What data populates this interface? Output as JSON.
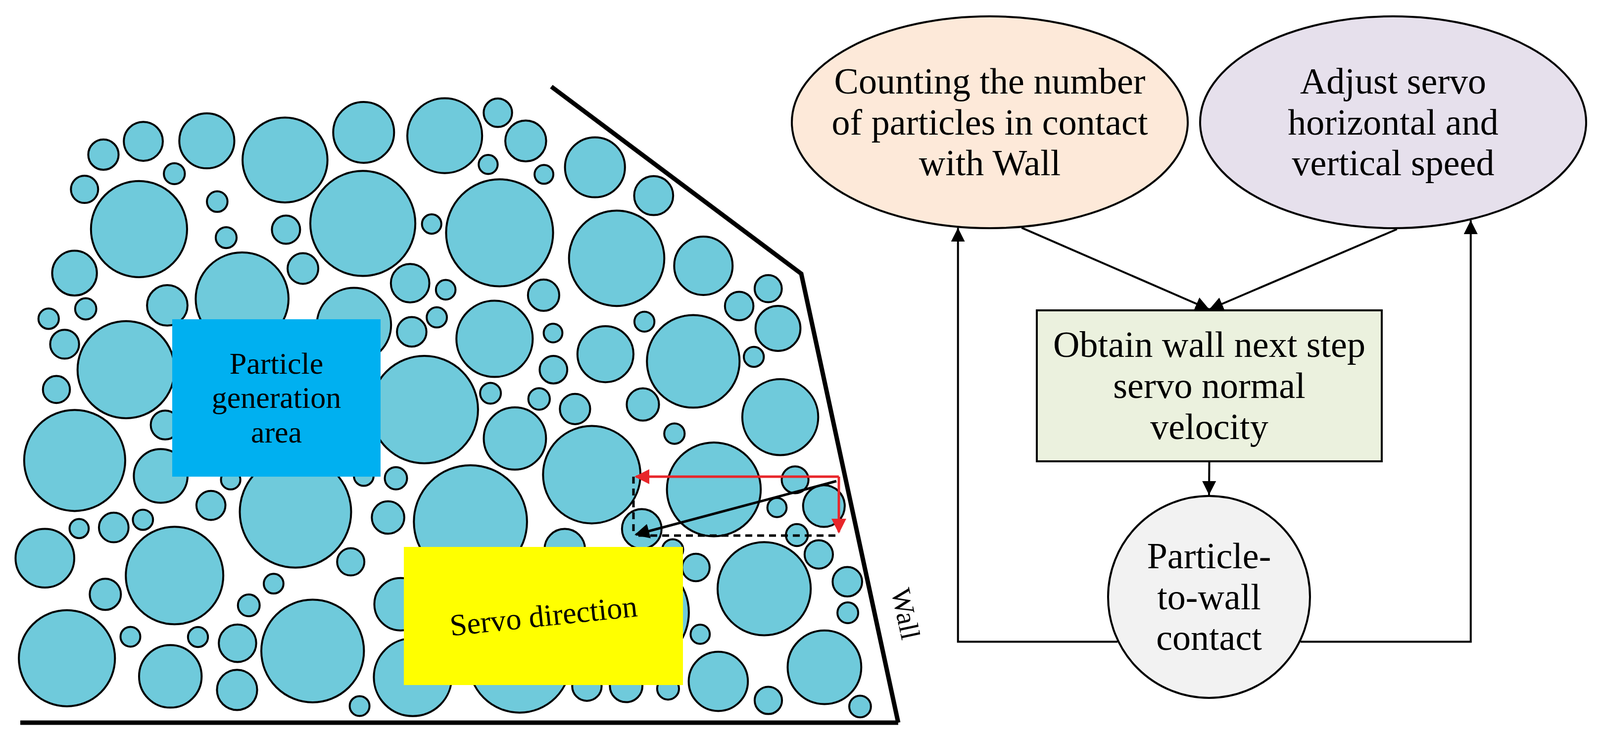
{
  "diagram": {
    "nodes": [
      {
        "text": [
          "Particle generation area"
        ]
      },
      {
        "text": [
          "Servo direction"
        ]
      },
      {
        "text": [
          "Counting the number of particles in contact with Wall"
        ]
      },
      {
        "text": [
          "Adjust servo horizontal and vertical speed"
        ]
      },
      {
        "text": [
          "Obtain wall next step servo normal velocity"
        ]
      },
      {
        "text": [
          "Particle- to-wall contact"
        ]
      }
    ],
    "edges": [
      {
        "from": 2,
        "to": 4,
        "arrow": "to"
      },
      {
        "from": 3,
        "to": 4,
        "arrow": "to"
      },
      {
        "from": 4,
        "to": 5,
        "arrow": "to"
      },
      {
        "from": 5,
        "to": 2,
        "arrow": "to"
      },
      {
        "from": 5,
        "to": 3,
        "arrow": "to"
      }
    ],
    "labels": [
      "Wall"
    ]
  }
}
